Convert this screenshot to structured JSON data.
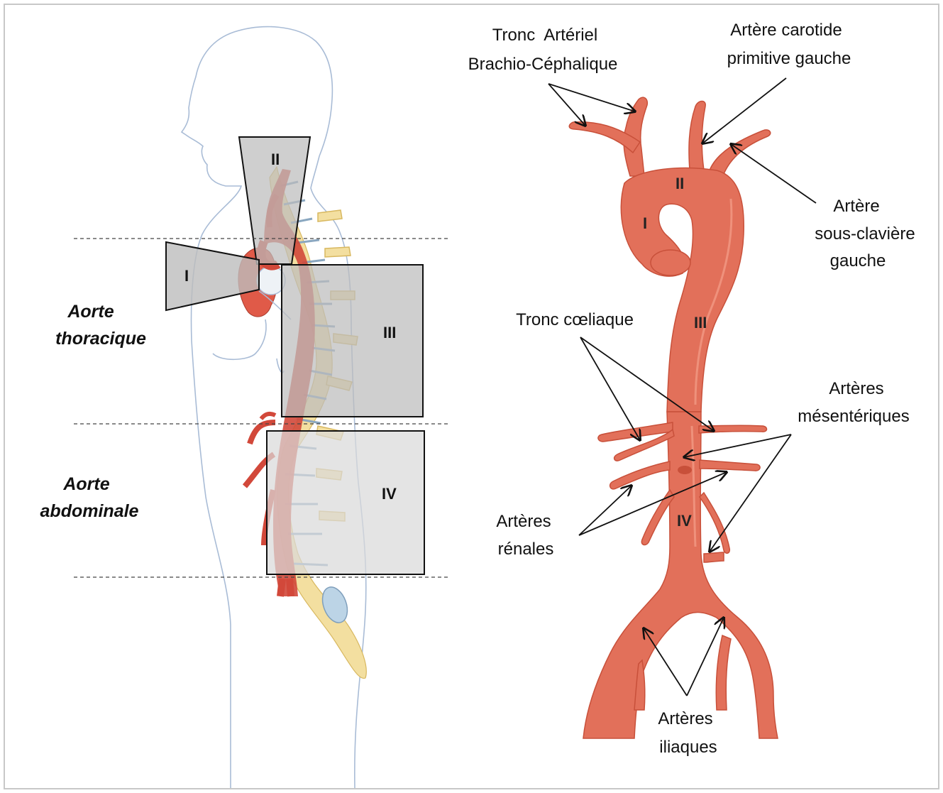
{
  "left_figure": {
    "sections": {
      "thoracic": [
        "Aorte",
        "thoracique"
      ],
      "abdominal": [
        "Aorte",
        "abdominale"
      ]
    },
    "zones": [
      "I",
      "II",
      "III",
      "IV"
    ]
  },
  "right_figure": {
    "labels": {
      "brachiocephalic": [
        "Tronc  Artériel",
        "Brachio-Céphalique"
      ],
      "left_carotid": [
        "Artère carotide",
        "primitive gauche"
      ],
      "left_subclavian": [
        "Artère",
        "sous-clavière",
        "gauche"
      ],
      "celiac": [
        "Tronc cœliaque"
      ],
      "mesenteric": [
        "Artères",
        "mésentériques"
      ],
      "renal": [
        "Artères",
        "rénales"
      ],
      "iliac": [
        "Artères",
        "iliaques"
      ]
    },
    "zones": [
      "I",
      "II",
      "III",
      "IV"
    ]
  },
  "colors": {
    "artery": "#e2705a",
    "artery_dark": "#c8503a",
    "body_outline": "#a9bcd6",
    "spine": "#f3dfa0",
    "disc": "#8aa7c0",
    "zone_fill": "#bdbdbd",
    "zone_fill_light": "#d9d9d9",
    "aorta_left": "#d2483a"
  }
}
